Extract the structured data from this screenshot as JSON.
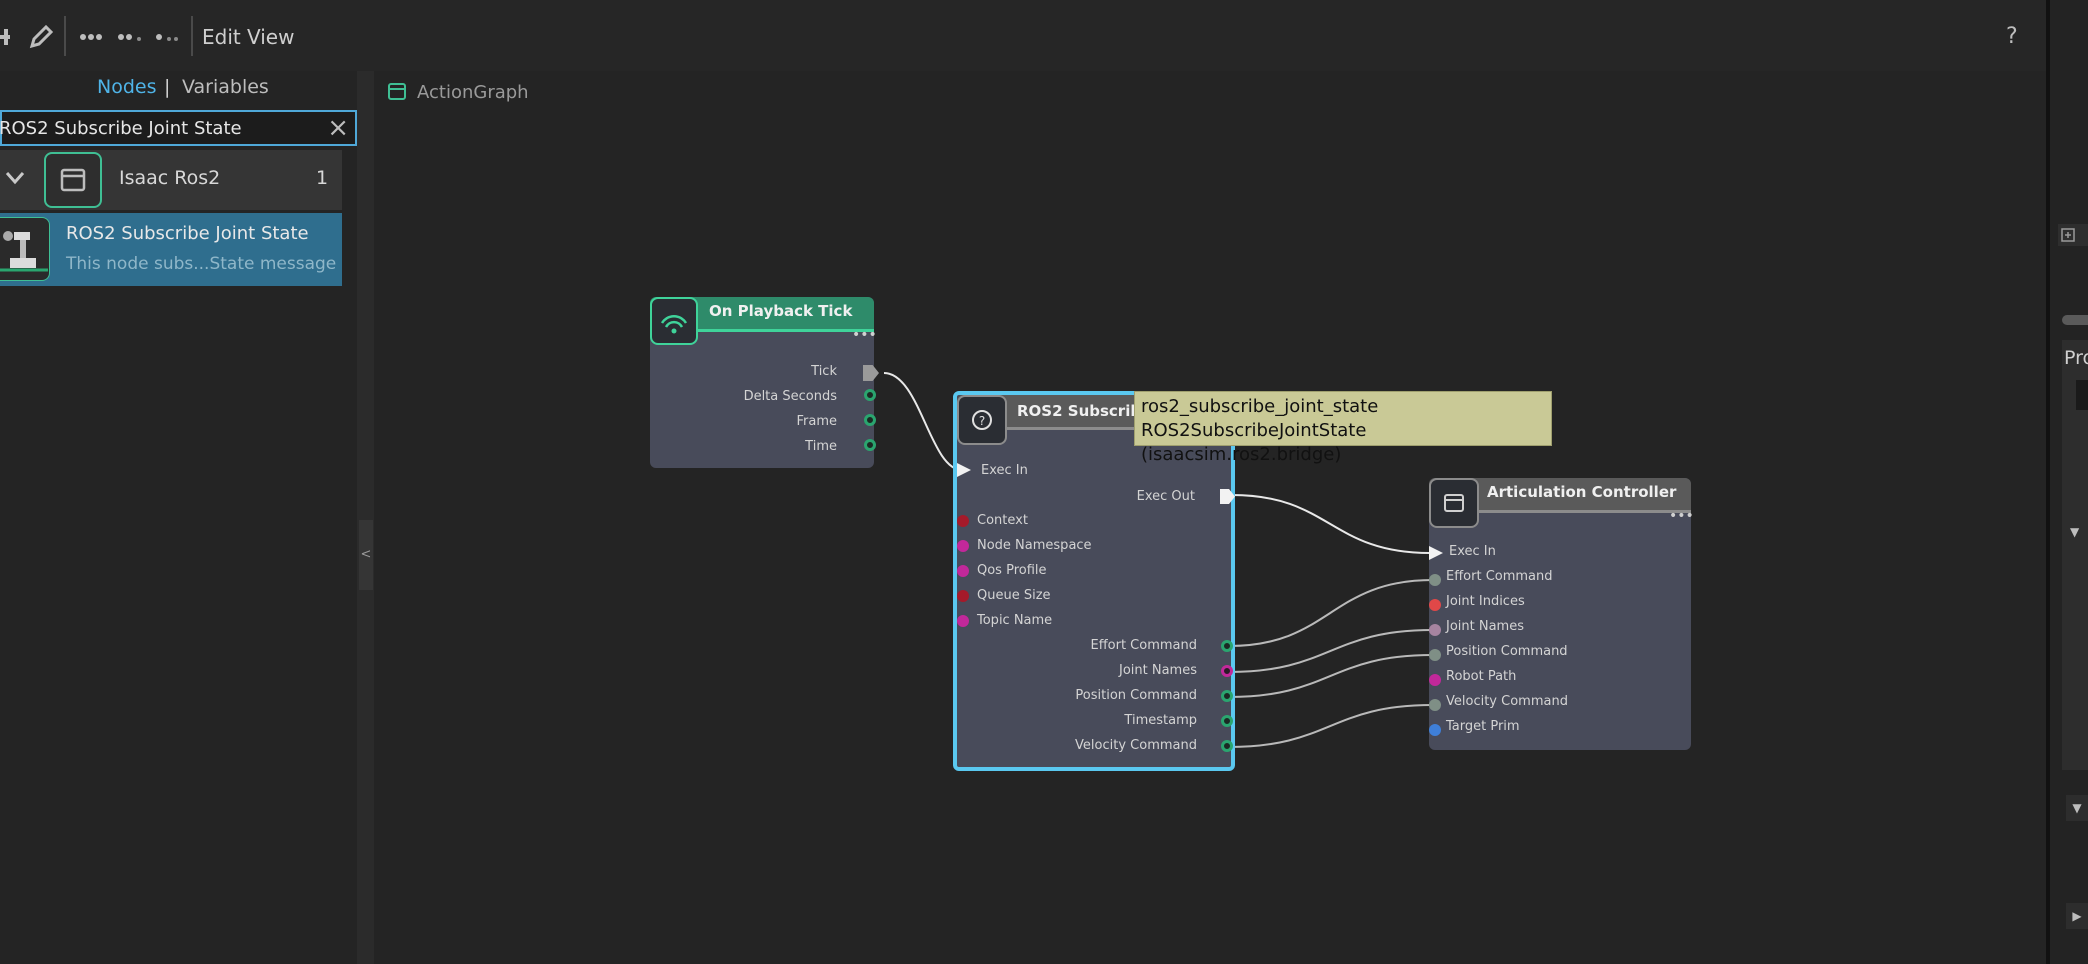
{
  "toolbar": {
    "menu_edit": "Edit",
    "menu_view": "View",
    "help": "?"
  },
  "left_panel": {
    "tabs": {
      "nodes": "Nodes",
      "separator": "|",
      "variables": "Variables"
    },
    "search": {
      "value": "ROS2 Subscribe Joint State",
      "clear_icon": "×"
    },
    "category": {
      "name": "Isaac Ros2",
      "count": "1"
    },
    "result": {
      "title": "ROS2 Subscribe Joint State",
      "description": "This node subs...State message"
    },
    "splitter_arrow": "<"
  },
  "graph": {
    "title": "ActionGraph",
    "nodes": {
      "tick": {
        "title": "On Playback Tick",
        "ports": {
          "tick": "Tick",
          "delta_seconds": "Delta Seconds",
          "frame": "Frame",
          "time": "Time"
        }
      },
      "ros2": {
        "title": "ROS2 Subscribe",
        "ports": {
          "exec_in": "Exec In",
          "exec_out": "Exec Out",
          "context": "Context",
          "node_namespace": "Node Namespace",
          "qos_profile": "Qos Profile",
          "queue_size": "Queue Size",
          "topic_name": "Topic Name",
          "effort_command": "Effort Command",
          "joint_names": "Joint Names",
          "position_command": "Position Command",
          "timestamp": "Timestamp",
          "velocity_command": "Velocity Command"
        }
      },
      "articulation": {
        "title": "Articulation Controller",
        "ports": {
          "exec_in": "Exec In",
          "effort_command": "Effort Command",
          "joint_indices": "Joint Indices",
          "joint_names": "Joint Names",
          "position_command": "Position Command",
          "robot_path": "Robot Path",
          "velocity_command": "Velocity Command",
          "target_prim": "Target Prim"
        }
      }
    },
    "tooltip": {
      "line1": "ros2_subscribe_joint_state",
      "line2": "ROS2SubscribeJointState (isaacsim.ros2.bridge)"
    }
  },
  "right_panel": {
    "label": "Pro"
  },
  "colors": {
    "accent_blue": "#4fb4e8",
    "tick_header": "#2e8b6a",
    "selected_border": "#5ac8f0",
    "port_green": "#2aa56f",
    "port_magenta": "#c2289a",
    "port_red": "#a51a2a",
    "port_blue": "#3f7fd8",
    "tooltip_bg": "#c9c996"
  }
}
